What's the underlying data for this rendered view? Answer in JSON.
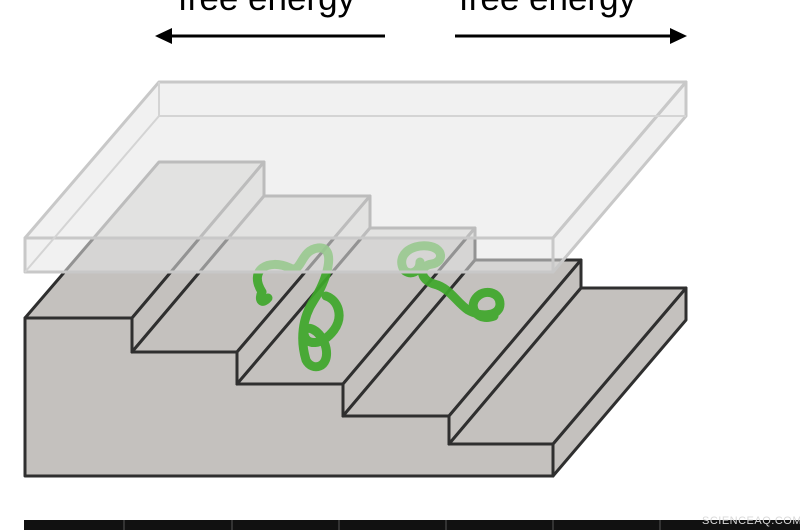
{
  "labels": {
    "left": "free energy",
    "right": "free energy"
  },
  "watermark": "SCIENCEAQ.COM",
  "colors": {
    "step_face": "#c4c1be",
    "step_outline": "#2f2f2f",
    "cover_fill": "#ececec",
    "cover_outline": "#c8c8c8",
    "molecule": "#3fa82b",
    "arrow": "#000000",
    "bottom_bar": "#111111"
  },
  "icons": {
    "left_arrow": "arrow-left-icon",
    "right_arrow": "arrow-right-icon"
  }
}
